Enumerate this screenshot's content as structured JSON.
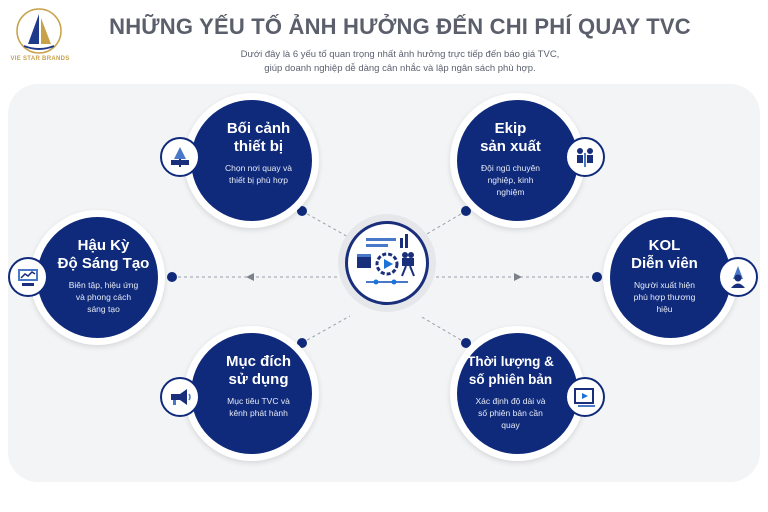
{
  "header": {
    "logo_text": "VIE STAR BRANDS",
    "title": "NHỮNG YẾU TỐ ẢNH HƯỞNG ĐẾN CHI PHÍ QUAY TVC",
    "subtitle_line1": "Dưới đây là 6 yếu tố quan trọng nhất ảnh hưởng trực tiếp đến báo giá TVC,",
    "subtitle_line2": "giúp doanh nghiệp dễ dàng cân nhắc và lập ngân sách phù hợp."
  },
  "factors": [
    {
      "title_line1": "Bối cảnh",
      "title_line2": "thiết bị",
      "desc_line1": "Chọn nơi quay và",
      "desc_line2": "thiết bị phù hợp",
      "desc_line3": "",
      "icon": "studio-icon"
    },
    {
      "title_line1": "Ekip",
      "title_line2": "sản xuất",
      "desc_line1": "Đội ngũ chuyên",
      "desc_line2": "nghiệp, kinh",
      "desc_line3": "nghiệm",
      "icon": "film-crew-icon"
    },
    {
      "title_line1": "Hậu Kỳ",
      "title_line2": "Độ Sáng Tạo",
      "desc_line1": "Biên tập, hiệu ứng",
      "desc_line2": "và phong cách",
      "desc_line3": "sáng tạo",
      "icon": "editing-icon"
    },
    {
      "title_line1": "KOL",
      "title_line2": "Diễn viên",
      "desc_line1": "Người xuất hiện",
      "desc_line2": "phù hợp thương",
      "desc_line3": "hiệu",
      "icon": "actor-spotlight-icon"
    },
    {
      "title_line1": "Mục đích",
      "title_line2": "sử dụng",
      "desc_line1": "Mục tiêu TVC và",
      "desc_line2": "kênh phát hành",
      "desc_line3": "",
      "icon": "megaphone-icon"
    },
    {
      "title_line1": "Thời lượng &",
      "title_line2": "số phiên bản",
      "desc_line1": "Xác định độ dài và",
      "desc_line2": "số phiên bản cần",
      "desc_line3": "quay",
      "icon": "video-play-icon"
    }
  ],
  "center": {
    "icon": "video-production-icon"
  },
  "colors": {
    "navy": "#0f2a7a",
    "panel": "#f3f4f6",
    "title": "#5a5f6b",
    "accent": "#1a73d9"
  }
}
